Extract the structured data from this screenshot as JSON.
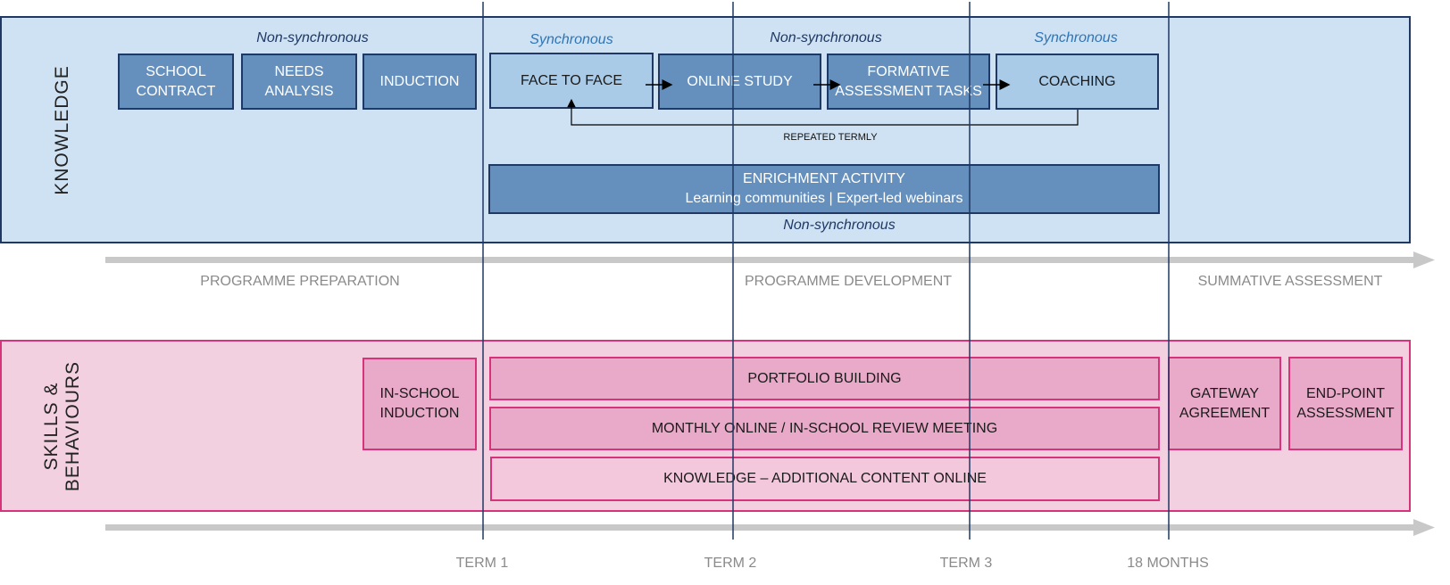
{
  "knowledge": {
    "label": "KNOWLEDGE",
    "prep_mode": "Non-synchronous",
    "school_contract": "SCHOOL CONTRACT",
    "needs_analysis": "NEEDS ANALYSIS",
    "induction": "INDUCTION",
    "cycle_modes": [
      "Synchronous",
      "Non-synchronous",
      "Synchronous"
    ],
    "face_to_face": "FACE TO FACE",
    "online_study": "ONLINE STUDY",
    "formative": "FORMATIVE ASSESSMENT TASKS",
    "coaching": "COACHING",
    "repeated": "REPEATED TERMLY",
    "enrichment_title": "ENRICHMENT ACTIVITY",
    "enrichment_sub": "Learning communities | Expert-led webinars",
    "enrichment_mode": "Non-synchronous"
  },
  "phases": {
    "preparation": "PROGRAMME PREPARATION",
    "development": "PROGRAMME DEVELOPMENT",
    "summative": "SUMMATIVE ASSESSMENT"
  },
  "skills": {
    "label_line1": "SKILLS &",
    "label_line2": "BEHAVIOURS",
    "in_school_induction": "IN-SCHOOL INDUCTION",
    "portfolio": "PORTFOLIO BUILDING",
    "review": "MONTHLY ONLINE / IN-SCHOOL REVIEW MEETING",
    "additional": "KNOWLEDGE – ADDITIONAL CONTENT ONLINE",
    "gateway": "GATEWAY AGREEMENT",
    "end_point": "END-POINT ASSESSMENT"
  },
  "terms": [
    "TERM 1",
    "TERM 2",
    "TERM 3",
    "18 MONTHS"
  ],
  "colors": {
    "knowledge_band": "#cfe2f3",
    "dark_box": "#6590bd",
    "light_box": "#a9cbe8",
    "navy": "#1f3864",
    "skills_band": "#f3d0e0",
    "pink_box": "#e8aac8",
    "magenta": "#d6337a",
    "arrow_grey": "#c8c8c8"
  }
}
